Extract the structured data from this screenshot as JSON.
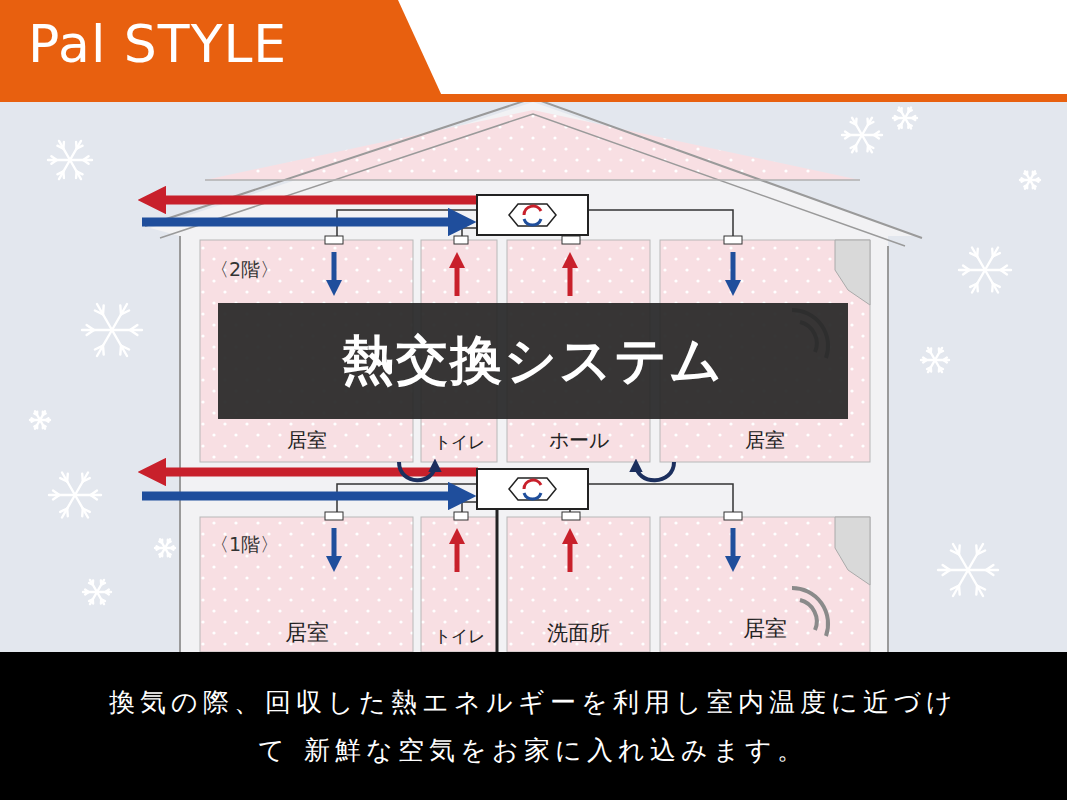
{
  "diagram": {
    "title": "熱交換システム",
    "caption": "換気の際、回収した熱エネルギーを利用し室内温度に近づけて 新鮮な空気をお家に入れ込みます。",
    "nodes": [
      {
        "text": [
          "居室"
        ]
      },
      {
        "text": [
          "トイレ"
        ]
      },
      {
        "text": [
          "ホール"
        ]
      },
      {
        "text": [
          "居室"
        ]
      },
      {
        "text": [
          "居室"
        ]
      },
      {
        "text": [
          "トイレ"
        ]
      },
      {
        "text": [
          "洗面所"
        ]
      },
      {
        "text": [
          "居室"
        ]
      }
    ],
    "edges": [
      {
        "from": 0,
        "to": 1,
        "arrow": "to"
      },
      {
        "from": 3,
        "to": 2,
        "arrow": "to"
      }
    ],
    "labels": [
      "Pal STYLE",
      "〈2階〉",
      "〈1階〉"
    ]
  }
}
